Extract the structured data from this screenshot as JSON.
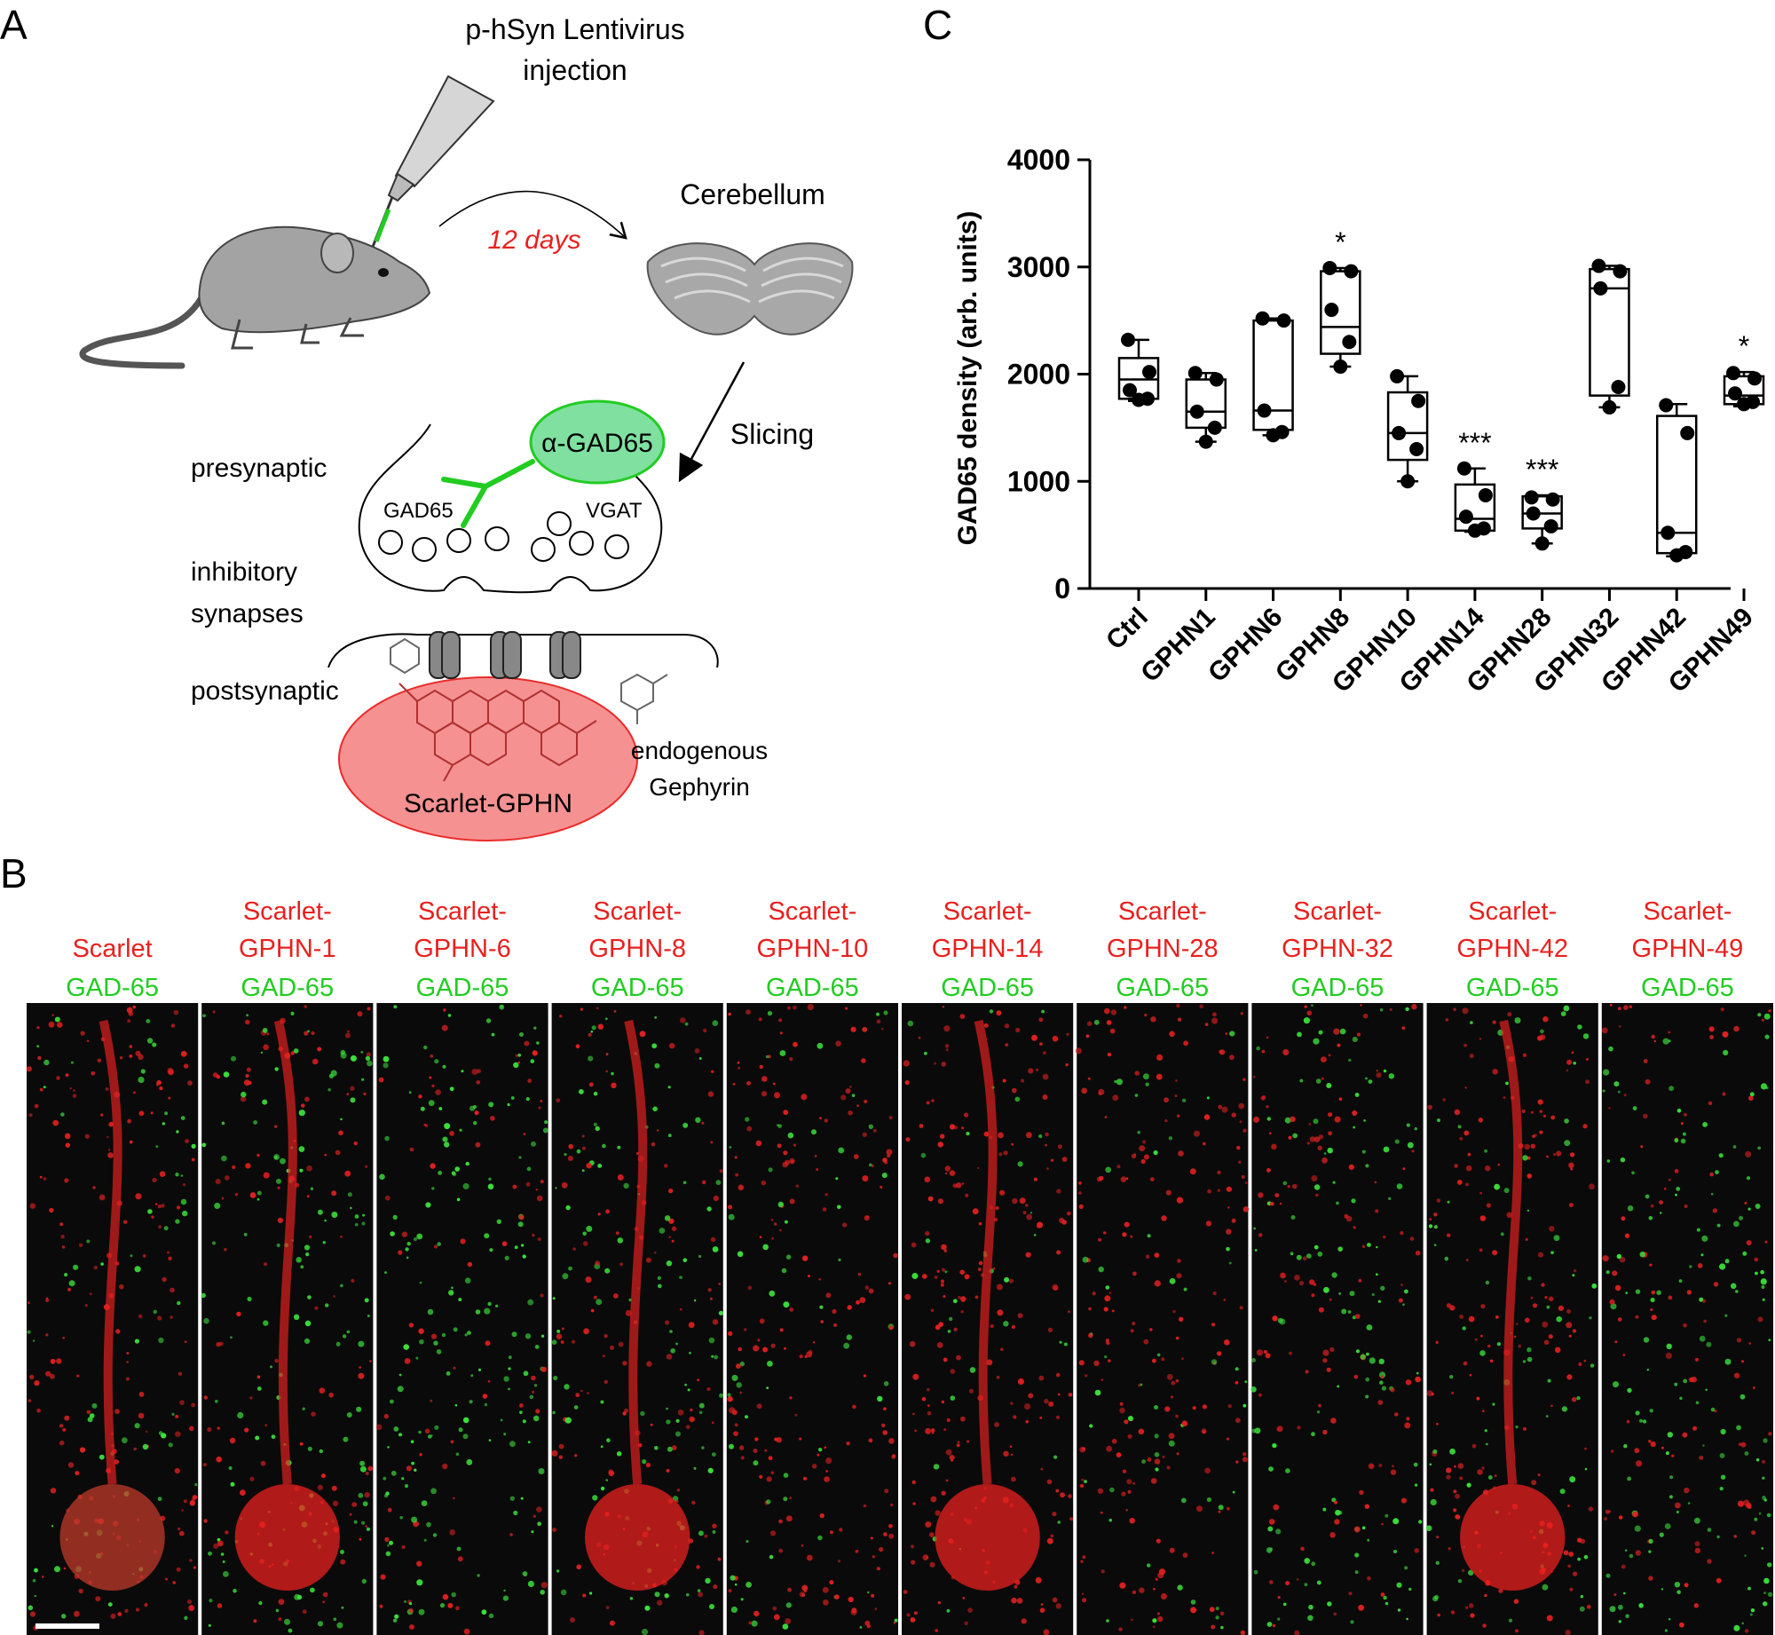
{
  "panel_labels": {
    "a": "A",
    "b": "B",
    "c": "C"
  },
  "panel_a": {
    "injection": [
      "p-hSyn Lentivirus",
      "injection"
    ],
    "days": "12 days",
    "cerebellum": "Cerebellum",
    "slicing": "Slicing",
    "antibody": "α-GAD65",
    "presynaptic": "presynaptic",
    "gad65": "GAD65",
    "vgat": "VGAT",
    "inhibitory": [
      "inhibitory",
      "synapses"
    ],
    "postsynaptic": "postsynaptic",
    "scarlet_gphn": "Scarlet-GPHN",
    "endogenous": [
      "endogenous",
      "Gephyrin"
    ]
  },
  "panel_b": {
    "columns": [
      {
        "red": [
          "Scarlet"
        ],
        "green": "GAD-65"
      },
      {
        "red": [
          "Scarlet-",
          "GPHN-1"
        ],
        "green": "GAD-65"
      },
      {
        "red": [
          "Scarlet-",
          "GPHN-6"
        ],
        "green": "GAD-65"
      },
      {
        "red": [
          "Scarlet-",
          "GPHN-8"
        ],
        "green": "GAD-65"
      },
      {
        "red": [
          "Scarlet-",
          "GPHN-10"
        ],
        "green": "GAD-65"
      },
      {
        "red": [
          "Scarlet-",
          "GPHN-14"
        ],
        "green": "GAD-65"
      },
      {
        "red": [
          "Scarlet-",
          "GPHN-28"
        ],
        "green": "GAD-65"
      },
      {
        "red": [
          "Scarlet-",
          "GPHN-32"
        ],
        "green": "GAD-65"
      },
      {
        "red": [
          "Scarlet-",
          "GPHN-42"
        ],
        "green": "GAD-65"
      },
      {
        "red": [
          "Scarlet-",
          "GPHN-49"
        ],
        "green": "GAD-65"
      }
    ],
    "colors": {
      "red": "#e8201e",
      "green": "#22cc22"
    }
  },
  "chart_data": {
    "type": "box",
    "ylabel": "GAD65 density (arb. units)",
    "ylim": [
      0,
      4000
    ],
    "yticks": [
      0,
      1000,
      2000,
      3000,
      4000
    ],
    "categories": [
      "Ctrl",
      "GPHN1",
      "GPHN6",
      "GPHN8",
      "GPHN10",
      "GPHN14",
      "GPHN28",
      "GPHN32",
      "GPHN42",
      "GPHN49"
    ],
    "boxes": [
      {
        "min": 1750,
        "q1": 1770,
        "median": 1950,
        "q3": 2150,
        "max": 2320,
        "points": [
          2320,
          2020,
          1850,
          1770,
          1760
        ]
      },
      {
        "min": 1370,
        "q1": 1500,
        "median": 1650,
        "q3": 1950,
        "max": 2010,
        "points": [
          2010,
          1950,
          1650,
          1500,
          1370
        ]
      },
      {
        "min": 1430,
        "q1": 1480,
        "median": 1660,
        "q3": 2500,
        "max": 2520,
        "points": [
          2520,
          2500,
          1660,
          1460,
          1430
        ]
      },
      {
        "min": 2070,
        "q1": 2190,
        "median": 2440,
        "q3": 2960,
        "max": 2990,
        "points": [
          2990,
          2960,
          2600,
          2300,
          2070
        ]
      },
      {
        "min": 1000,
        "q1": 1200,
        "median": 1450,
        "q3": 1830,
        "max": 1980,
        "points": [
          1980,
          1750,
          1450,
          1300,
          1000
        ]
      },
      {
        "min": 530,
        "q1": 540,
        "median": 650,
        "q3": 970,
        "max": 1120,
        "points": [
          1120,
          870,
          670,
          560,
          540
        ]
      },
      {
        "min": 420,
        "q1": 560,
        "median": 700,
        "q3": 860,
        "max": 870,
        "points": [
          850,
          830,
          700,
          580,
          420
        ]
      },
      {
        "min": 1690,
        "q1": 1800,
        "median": 2800,
        "q3": 2980,
        "max": 3010,
        "points": [
          3010,
          2960,
          2800,
          1880,
          1690
        ]
      },
      {
        "min": 300,
        "q1": 330,
        "median": 520,
        "q3": 1610,
        "max": 1720,
        "points": [
          1710,
          1450,
          520,
          340,
          310
        ]
      },
      {
        "min": 1700,
        "q1": 1720,
        "median": 1800,
        "q3": 1980,
        "max": 2020,
        "points": [
          2010,
          1960,
          1820,
          1740,
          1720
        ]
      }
    ],
    "significance": [
      "",
      "",
      "",
      "*",
      "",
      "***",
      "***",
      "",
      "",
      "*"
    ]
  }
}
